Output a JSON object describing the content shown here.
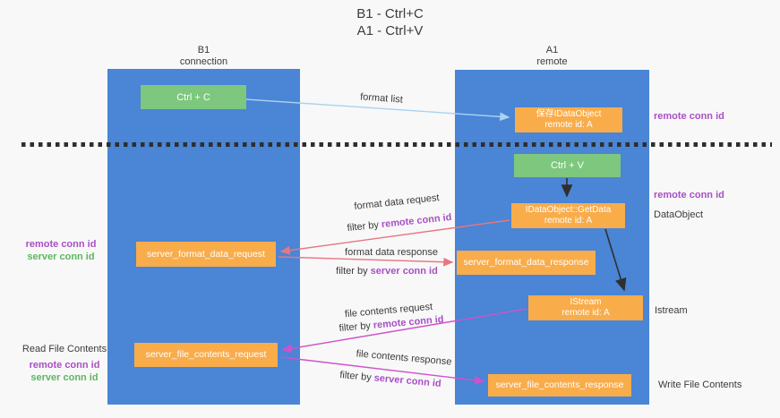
{
  "title": {
    "line1": "B1 - Ctrl+C",
    "line2": "A1 - Ctrl+V"
  },
  "lanes": {
    "left": {
      "title": "B1",
      "subtitle": "connection"
    },
    "right": {
      "title": "A1",
      "subtitle": "remote"
    }
  },
  "boxes": {
    "ctrl_c": {
      "label": "Ctrl + C"
    },
    "ctrl_v": {
      "label": "Ctrl + V"
    },
    "save_dataobject": {
      "line1": "保存IDataObject",
      "line2": "remote id: A"
    },
    "getdata": {
      "line1": "IDataObject::GetData",
      "line2": "remote id: A"
    },
    "istream": {
      "line1": "IStream",
      "line2": "remote id: A"
    },
    "format_request": {
      "label": "server_format_data_request"
    },
    "format_response": {
      "label": "server_format_data_response"
    },
    "file_request": {
      "label": "server_file_contents_request"
    },
    "file_response": {
      "label": "server_file_contents_response"
    }
  },
  "flow_labels": {
    "format_list": "format list",
    "format_data_request": "format data request",
    "format_data_response": "format data response",
    "file_contents_request": "file contents request",
    "file_contents_response": "file contents response",
    "filter_by": "filter by",
    "remote_conn_id": "remote conn id",
    "server_conn_id": "server conn id"
  },
  "side_labels": {
    "remote_conn_id": "remote conn id",
    "server_conn_id": "server conn id",
    "dataobject": "DataObject",
    "istream": "Istream",
    "read_file_contents": "Read File Contents",
    "write_file_contents": "Write File Contents"
  },
  "colors": {
    "lane_blue": "#4a85d6",
    "box_green": "#7dc77e",
    "box_orange": "#f9ac4a",
    "arrow_lightblue": "#a8d2ef",
    "arrow_black": "#2f2f2f",
    "arrow_salmon": "#e87680",
    "arrow_magenta": "#cf52cc",
    "text_purple": "#a94fc6",
    "text_green": "#5cb85c"
  }
}
